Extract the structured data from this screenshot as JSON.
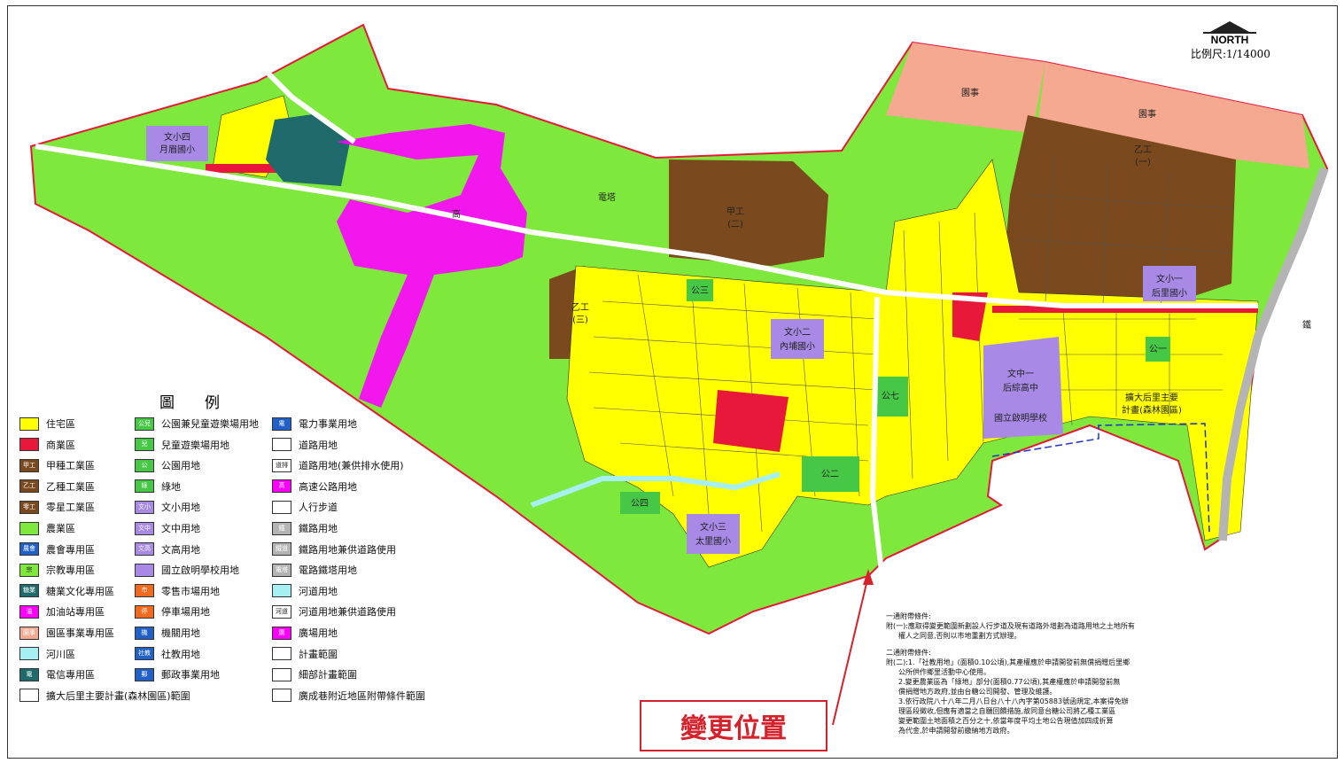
{
  "north_label": "NORTH",
  "scale_label": "比例尺:1/14000",
  "legend": {
    "title": "圖例",
    "col1": [
      {
        "label": "住宅區",
        "color": "#ffff00",
        "mark": ""
      },
      {
        "label": "商業區",
        "color": "#e8183a",
        "mark": ""
      },
      {
        "label": "甲種工業區",
        "color": "#7a4a1e",
        "mark": "甲工"
      },
      {
        "label": "乙種工業區",
        "color": "#7a4a1e",
        "mark": "乙工"
      },
      {
        "label": "零星工業區",
        "color": "#7a4a1e",
        "mark": "零工"
      },
      {
        "label": "農業區",
        "color": "#7fe83c",
        "mark": ""
      },
      {
        "label": "農會專用區",
        "color": "#2060c8",
        "mark": "農會"
      },
      {
        "label": "宗教專用區",
        "color": "#7fe83c",
        "mark": "宗"
      },
      {
        "label": "糖業文化專用區",
        "color": "#1f6a6a",
        "mark": "糖業"
      },
      {
        "label": "加油站專用區",
        "color": "#ff00ff",
        "mark": "油"
      },
      {
        "label": "園區事業專用區",
        "color": "#f4a990",
        "mark": "園事"
      },
      {
        "label": "河川區",
        "color": "#a6f0f4",
        "mark": ""
      },
      {
        "label": "電信專用區",
        "color": "#1f6a6a",
        "mark": "電"
      },
      {
        "label": "擴大后里主要計畫(森林園區)範圍",
        "color": "#ffffff",
        "mark": ""
      }
    ],
    "col2": [
      {
        "label": "公園兼兒童遊樂場用地",
        "color": "#46c846",
        "mark": "公兒"
      },
      {
        "label": "兒童遊樂場用地",
        "color": "#46c846",
        "mark": "兒"
      },
      {
        "label": "公園用地",
        "color": "#46c846",
        "mark": "公"
      },
      {
        "label": "綠地",
        "color": "#46c846",
        "mark": "綠"
      },
      {
        "label": "文小用地",
        "color": "#a88ae6",
        "mark": "文小"
      },
      {
        "label": "文中用地",
        "color": "#a88ae6",
        "mark": "文中"
      },
      {
        "label": "文高用地",
        "color": "#a88ae6",
        "mark": "文高"
      },
      {
        "label": "國立啟明學校用地",
        "color": "#a88ae6",
        "mark": ""
      },
      {
        "label": "零售市場用地",
        "color": "#f26a1e",
        "mark": "市"
      },
      {
        "label": "停車場用地",
        "color": "#f26a1e",
        "mark": "停"
      },
      {
        "label": "機關用地",
        "color": "#2060c8",
        "mark": "機"
      },
      {
        "label": "社教用地",
        "color": "#2060c8",
        "mark": "社教"
      },
      {
        "label": "郵政事業用地",
        "color": "#2060c8",
        "mark": "郵"
      }
    ],
    "col3": [
      {
        "label": "電力事業用地",
        "color": "#2060c8",
        "mark": "電"
      },
      {
        "label": "道路用地",
        "color": "#ffffff",
        "mark": ""
      },
      {
        "label": "道路用地(兼供排水使用)",
        "color": "#ffffff",
        "mark": "道排"
      },
      {
        "label": "高速公路用地",
        "color": "#ff00ff",
        "mark": "高"
      },
      {
        "label": "人行步道",
        "color": "#ffffff",
        "mark": ""
      },
      {
        "label": "鐵路用地",
        "color": "#b4b4b4",
        "mark": "鐵"
      },
      {
        "label": "鐵路用地兼供道路使用",
        "color": "#b4b4b4",
        "mark": "鐵道"
      },
      {
        "label": "電路鐵塔用地",
        "color": "#b4b4b4",
        "mark": "電塔"
      },
      {
        "label": "河道用地",
        "color": "#a6f0f4",
        "mark": ""
      },
      {
        "label": "河道用地兼供道路使用",
        "color": "#ffffff",
        "mark": "河道"
      },
      {
        "label": "廣場用地",
        "color": "#ff00ff",
        "mark": "廣"
      },
      {
        "label": "計畫範圍",
        "color": "#ffffff",
        "mark": ""
      },
      {
        "label": "細部計畫範圍",
        "color": "#ffffff",
        "mark": ""
      },
      {
        "label": "廣成巷附近地區附帶條件範圍",
        "color": "#ffffff",
        "mark": ""
      }
    ]
  },
  "map_labels": {
    "school1": "文小四",
    "school1b": "月眉國小",
    "school2": "文小二",
    "school2b": "內埔國小",
    "school3": "文小三",
    "school3b": "太里國小",
    "school4": "文小一",
    "school4b": "后里國小",
    "school5": "文中一",
    "school5b": "后綜高中",
    "school6": "國立啟明學校",
    "ind_jia": "甲工",
    "ind_jia_n": "(二)",
    "ind_yi": "乙工",
    "ind_yi_n": "(一)",
    "ind_yi3": "乙工",
    "ind_yi3_n": "(三)",
    "park_er": "公二",
    "park_si": "公四",
    "park_qi": "公七",
    "park_san": "公三",
    "park_yi": "公一",
    "yuanshi1": "園事",
    "yuanshi2": "園事",
    "highway": "高",
    "tower": "電塔",
    "forest_note": "擴大后里主要",
    "forest_note2": "計畫(森林園區)",
    "rail": "鐵"
  },
  "notes": {
    "h1": "一通附帶條件:",
    "n1a": "附(一):應取得變更範圍新劃設人行步道及現有道路外增劃為道路用地之土地所有",
    "n1b": "權人之同意,否則以市地重劃方式辦理。",
    "h2": "二通附帶條件:",
    "n2a": "附(二):1.「社教用地」(面積0.10公頃),其產權應於申請開發前無償捐贈后里鄉",
    "n2b": "公所供作鄉里活動中心使用。",
    "n2c": "2.變更農業區為「綠地」部分(面積0.77公頃),其產權應於申請開發前無",
    "n2d": "償捐贈地方政府,並由台糖公司開發、管理及維護。",
    "n2e": "3.依行政院八十八年二月八日台八十八內字第05883號函規定,本案得免辦",
    "n2f": "理區段徵收,但應有適當之自願回饋措施,故同意台糖公司將乙種工業區",
    "n2g": "變更範圍土地面積之百分之十,依當年度平均土地公告現值加四成折算",
    "n2h": "為代金,於申請開發前繳納地方政府。"
  },
  "change_label": "變更位置"
}
